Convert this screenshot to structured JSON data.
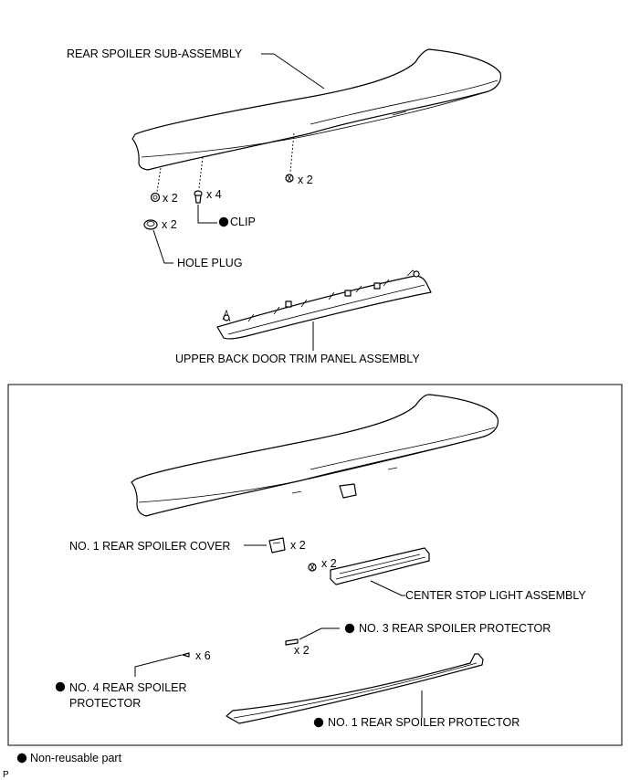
{
  "top": {
    "rear_spoiler": "REAR SPOILER SUB-ASSEMBLY",
    "qty_nut": "x 2",
    "qty_clip": "x 4",
    "qty_screw": "x 2",
    "clip": "CLIP",
    "qty_plug": "x 2",
    "hole_plug": "HOLE PLUG",
    "upper_trim": "UPPER BACK DOOR TRIM PANEL ASSEMBLY"
  },
  "box": {
    "cover": "NO. 1 REAR SPOILER COVER",
    "qty_cover": "x 2",
    "qty_screw": "x 2",
    "stop_light": "CENTER STOP LIGHT ASSEMBLY",
    "protector3": "NO. 3 REAR SPOILER PROTECTOR",
    "qty_p3": "x 2",
    "qty_p4": "x 6",
    "protector4_line1": "NO. 4 REAR SPOILER",
    "protector4_line2": "PROTECTOR",
    "protector1": "NO. 1 REAR SPOILER PROTECTOR"
  },
  "legend": {
    "nonreusable": "Non-reusable part",
    "code": "P"
  }
}
